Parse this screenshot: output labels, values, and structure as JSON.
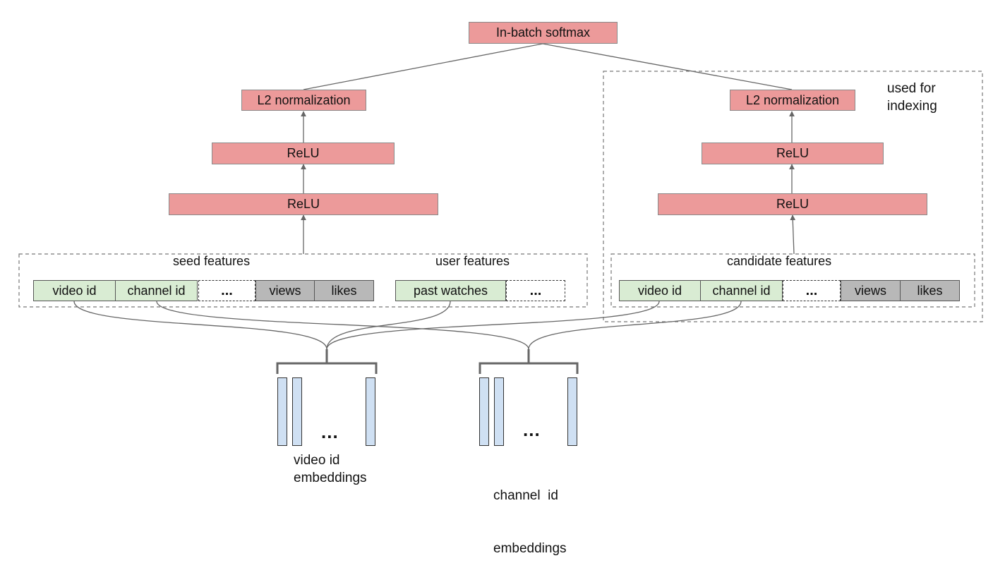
{
  "top": {
    "softmax": "In-batch softmax"
  },
  "left_tower": {
    "l2": "L2 normalization",
    "relu_upper": "ReLU",
    "relu_lower": "ReLU",
    "seed_features_label": "seed features",
    "user_features_label": "user features",
    "features": [
      "video id",
      "channel id",
      "...",
      "views",
      "likes"
    ],
    "user_features": [
      "past watches",
      "..."
    ]
  },
  "right_tower": {
    "l2": "L2 normalization",
    "relu_upper": "ReLU",
    "relu_lower": "ReLU",
    "group_label": "used for indexing",
    "candidate_features_label": "candidate features",
    "features": [
      "video id",
      "channel id",
      "...",
      "views",
      "likes"
    ]
  },
  "embeddings": {
    "video": {
      "ellipsis": "...",
      "label_line1": "video id",
      "label_line2": "embeddings"
    },
    "channel": {
      "ellipsis": "...",
      "label_line1": "channel  id",
      "label_line2": "embeddings"
    }
  },
  "colors": {
    "layer": "#ec9a9a",
    "id_feature": "#d9ecd3",
    "count_feature": "#b8b8b8",
    "embedding": "#cfe0f3"
  }
}
